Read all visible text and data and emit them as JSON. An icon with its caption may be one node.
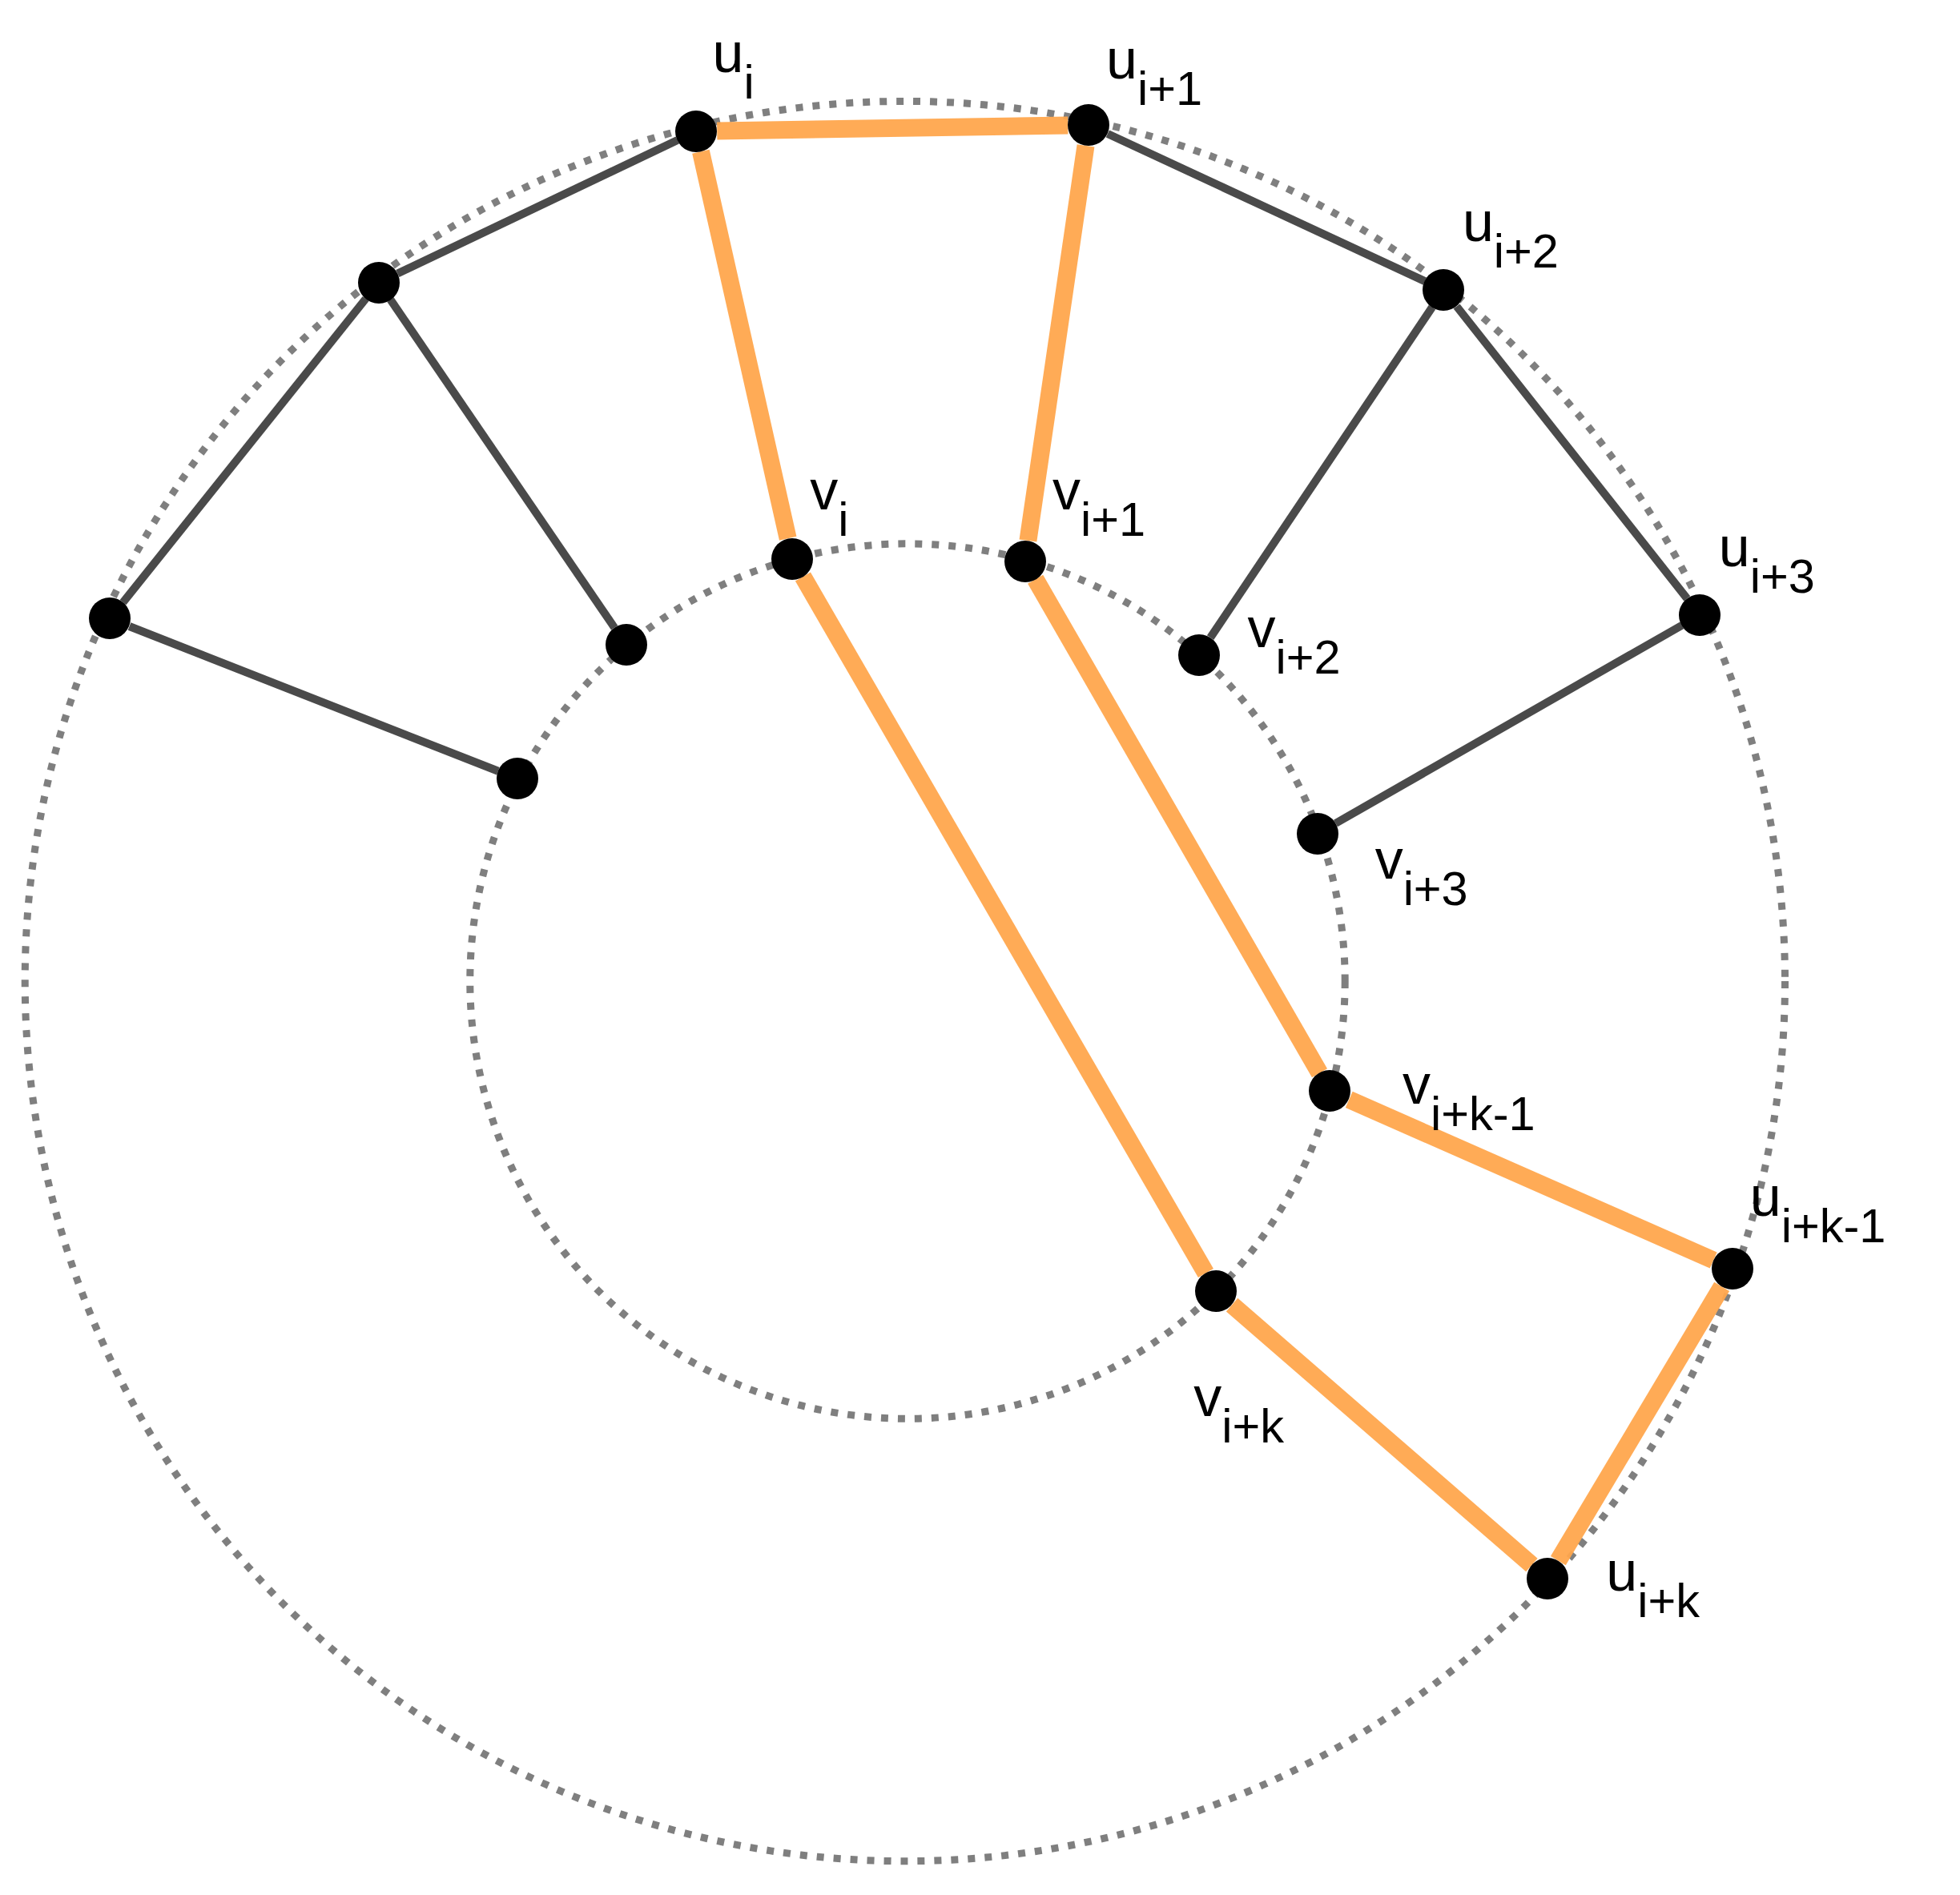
{
  "diagram": {
    "nodes": [
      {
        "text": [],
        "shape": "circle",
        "beside": [
          "u$_{i}$"
        ]
      },
      {
        "text": [],
        "shape": "circle",
        "beside": [
          "u$_{i+1}$"
        ]
      },
      {
        "text": [],
        "shape": "circle",
        "beside": [
          "u$_{i+2}$"
        ]
      },
      {
        "text": [],
        "shape": "circle",
        "beside": [
          "u$_{i+3}$"
        ]
      },
      {
        "text": [],
        "shape": "circle",
        "beside": [
          "u$_{i+k-1}$"
        ]
      },
      {
        "text": [],
        "shape": "circle",
        "beside": [
          "u$_{i+k}$"
        ]
      },
      {
        "text": [],
        "shape": "circle"
      },
      {
        "text": [],
        "shape": "circle"
      },
      {
        "text": [],
        "shape": "circle",
        "beside": [
          "v$_{i}$"
        ]
      },
      {
        "text": [],
        "shape": "circle",
        "beside": [
          "v$_{i+1}$"
        ]
      },
      {
        "text": [],
        "shape": "circle",
        "beside": [
          "v$_{i+2}$"
        ]
      },
      {
        "text": [],
        "shape": "circle",
        "beside": [
          "v$_{i+3}$"
        ]
      },
      {
        "text": [],
        "shape": "circle",
        "beside": [
          "v$_{i+k-1}$"
        ]
      },
      {
        "text": [],
        "shape": "circle",
        "beside": [
          "v$_{i+k}$"
        ]
      },
      {
        "text": [],
        "shape": "circle"
      },
      {
        "text": [],
        "shape": "circle"
      }
    ],
    "edges": [
      {
        "from": 6,
        "to": 0,
        "arrow": "none"
      },
      {
        "from": 7,
        "to": 6,
        "arrow": "none"
      },
      {
        "from": 6,
        "to": 14,
        "arrow": "none"
      },
      {
        "from": 7,
        "to": 15,
        "arrow": "none"
      },
      {
        "from": 1,
        "to": 2,
        "arrow": "none"
      },
      {
        "from": 2,
        "to": 3,
        "arrow": "none"
      },
      {
        "from": 2,
        "to": 10,
        "arrow": "none"
      },
      {
        "from": 3,
        "to": 11,
        "arrow": "none"
      },
      {
        "from": 0,
        "to": 1,
        "arrow": "none",
        "style": "thick",
        "color": "#ffa64d"
      },
      {
        "from": 0,
        "to": 8,
        "arrow": "none",
        "style": "thick",
        "color": "#ffa64d"
      },
      {
        "from": 1,
        "to": 9,
        "arrow": "none",
        "style": "thick",
        "color": "#ffa64d"
      },
      {
        "from": 8,
        "to": 13,
        "arrow": "none",
        "style": "thick",
        "color": "#ffa64d"
      },
      {
        "from": 9,
        "to": 12,
        "arrow": "none",
        "style": "thick",
        "color": "#ffa64d"
      },
      {
        "from": 12,
        "to": 4,
        "arrow": "none",
        "style": "thick",
        "color": "#ffa64d"
      },
      {
        "from": 4,
        "to": 5,
        "arrow": "none",
        "style": "thick",
        "color": "#ffa64d"
      },
      {
        "from": 13,
        "to": 5,
        "arrow": "none",
        "style": "thick",
        "color": "#ffa64d"
      }
    ]
  }
}
